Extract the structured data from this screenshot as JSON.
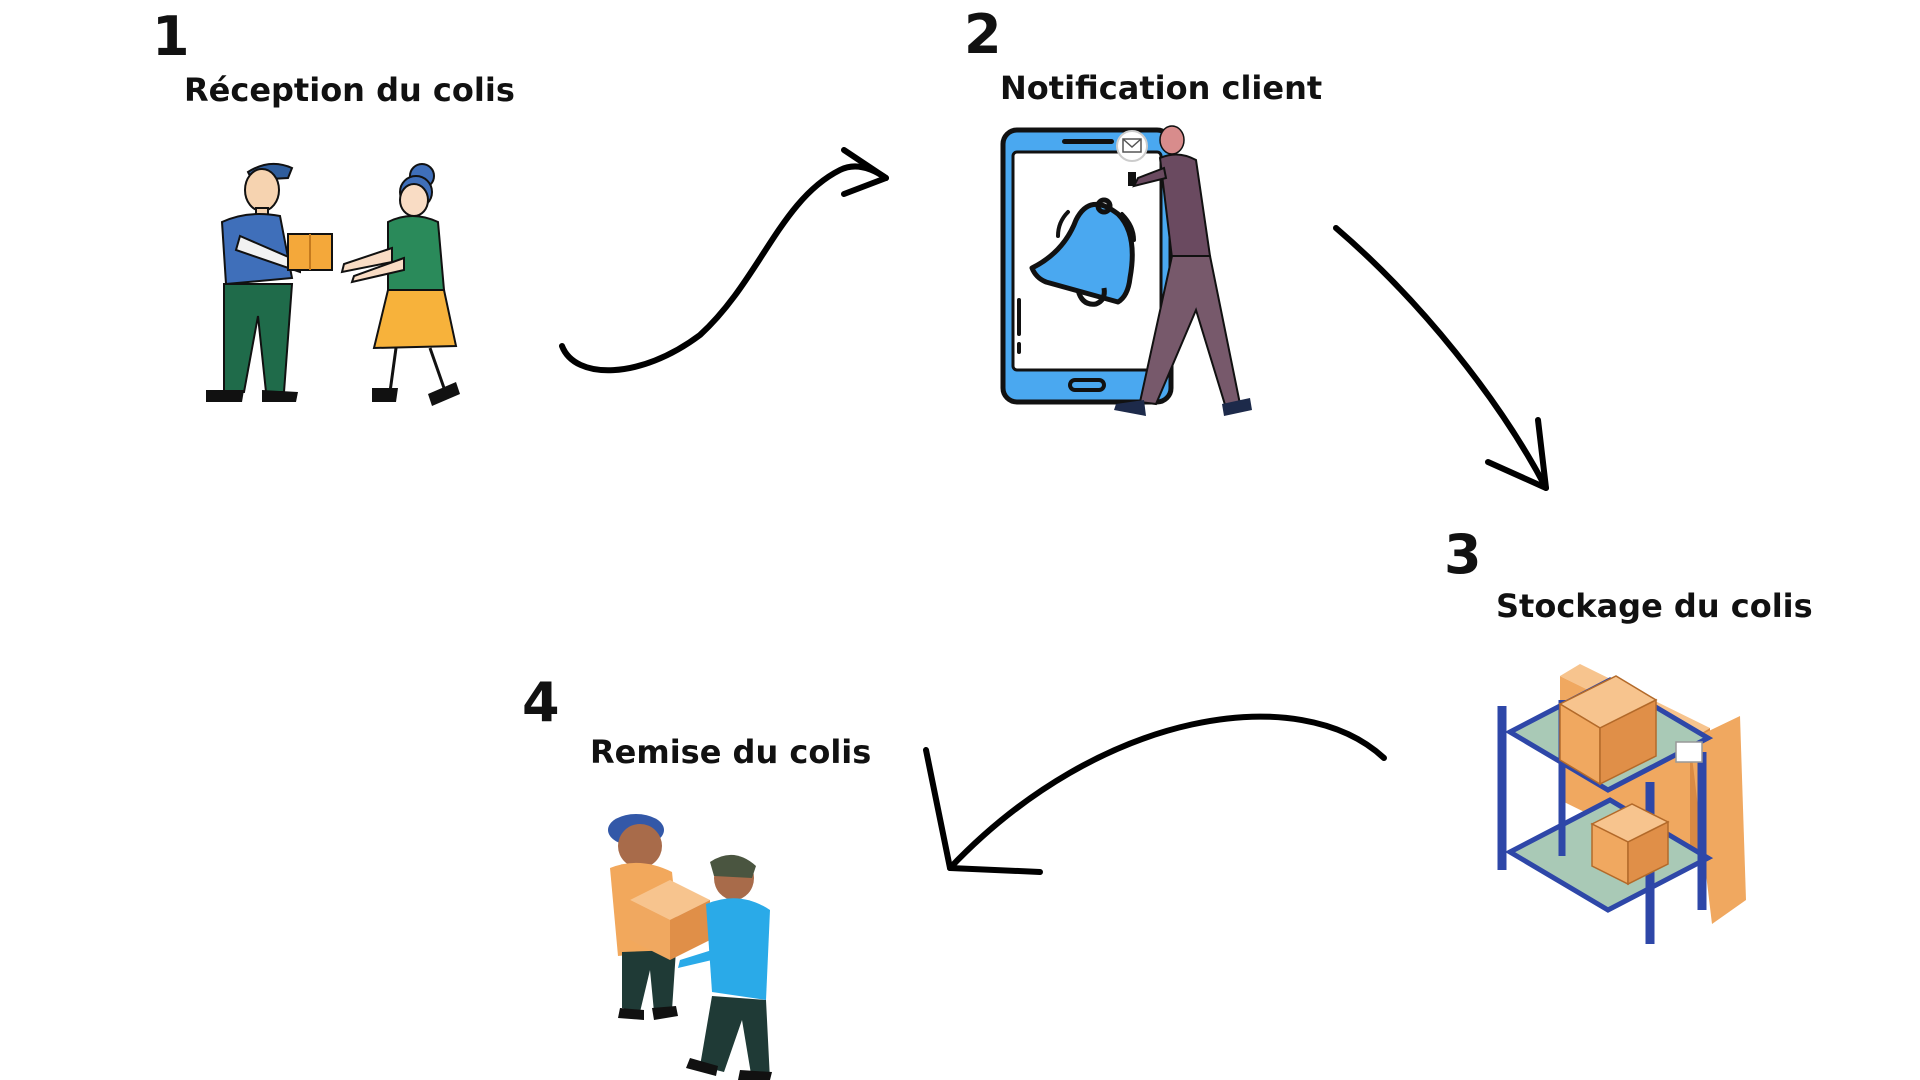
{
  "steps": [
    {
      "number": "1",
      "title": "Réception du colis",
      "illustration": "delivery-handover-illustration"
    },
    {
      "number": "2",
      "title": "Notification client",
      "illustration": "phone-notification-illustration"
    },
    {
      "number": "3",
      "title": "Stockage du colis",
      "illustration": "storage-shelf-illustration"
    },
    {
      "number": "4",
      "title": "Remise du colis",
      "illustration": "parcel-handover-illustration"
    }
  ],
  "colors": {
    "text": "#111111",
    "arrow": "#000000",
    "phone_screen": "#4aa8f0",
    "box": "#f0a860",
    "shelf_frame": "#2e47a8",
    "shelf_board": "#a9c9b6"
  }
}
